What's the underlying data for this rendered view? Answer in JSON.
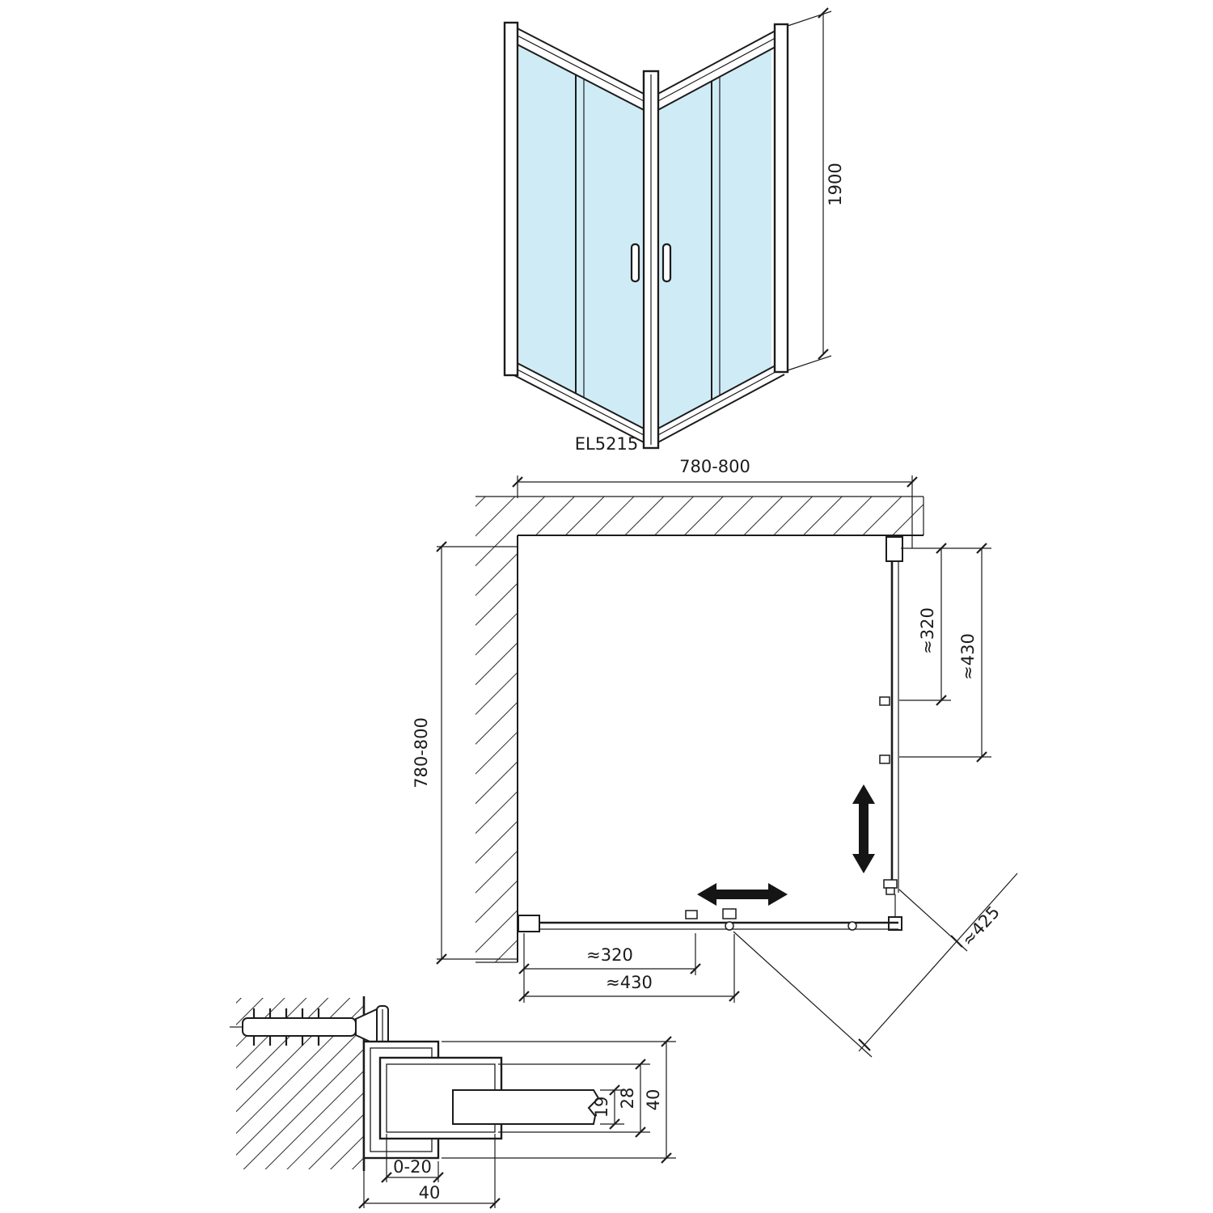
{
  "drawing": {
    "model_label": "EL5215",
    "front_view": {
      "height_mm": "1900"
    },
    "plan_view": {
      "top_width": "780-800",
      "side_depth": "780-800",
      "right_inner": "≈320",
      "right_outer": "≈430",
      "bottom_inner": "≈320",
      "bottom_outer": "≈430",
      "diagonal_entry": "≈425"
    },
    "profile_detail": {
      "adjustment_range": "0-20",
      "profile_width": "40",
      "glass_pocket": "19",
      "inner_profile": "28",
      "profile_depth": "40"
    },
    "colors": {
      "glass": "#cfecf6",
      "line": "#1c1c1c"
    }
  }
}
